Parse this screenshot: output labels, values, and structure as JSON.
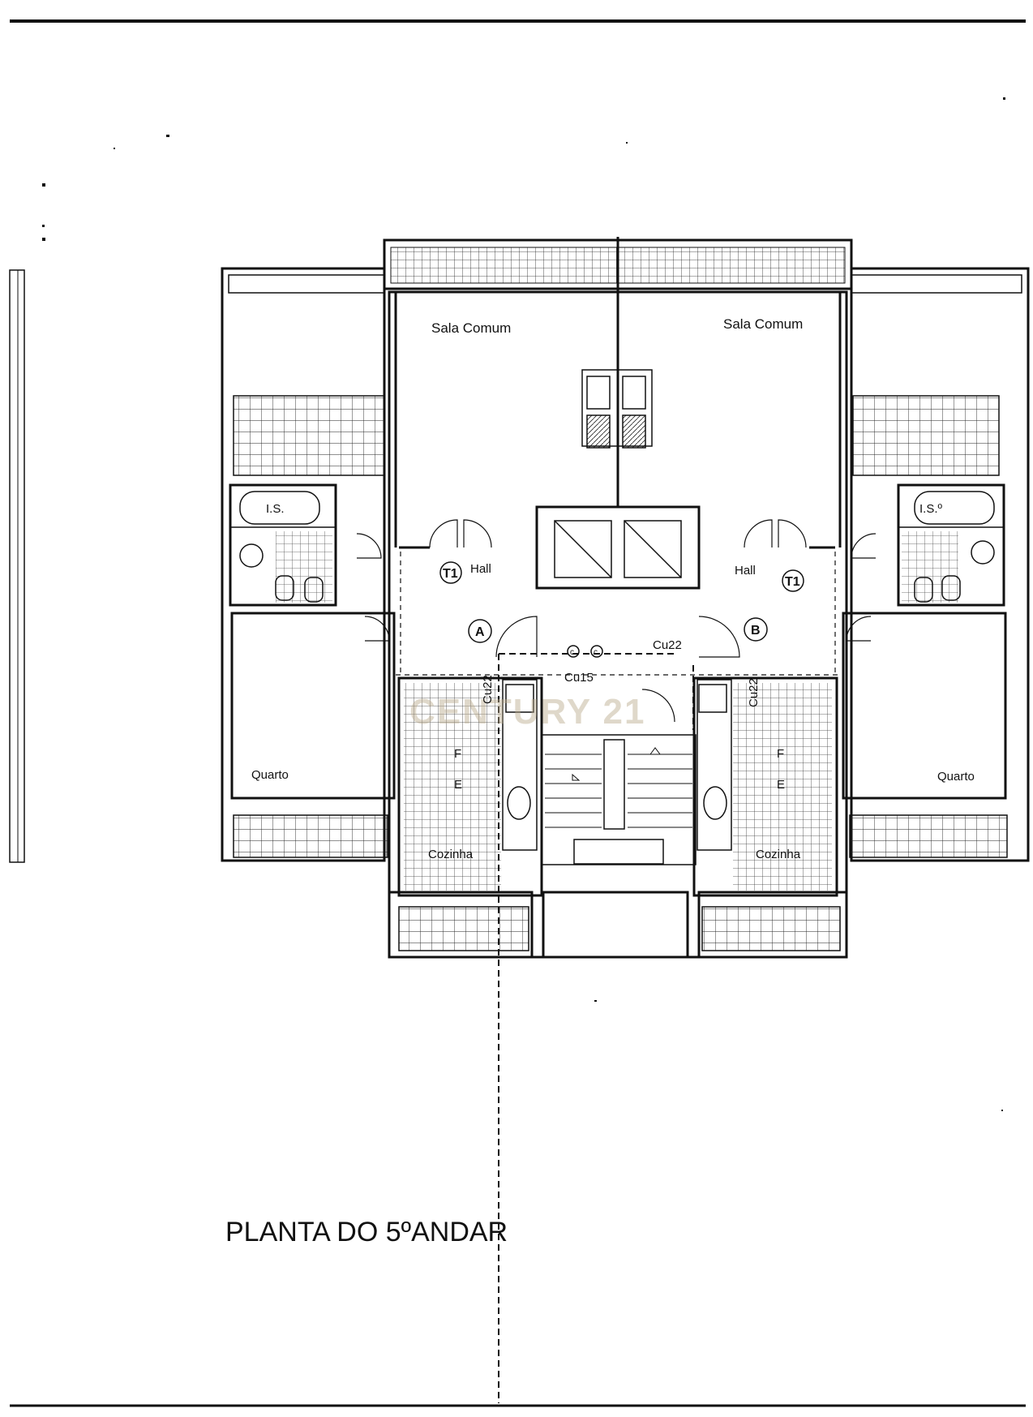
{
  "plan": {
    "title": "PLANTA DO 5ºANDAR",
    "watermark": "CENTURY 21",
    "rooms": {
      "sala_comum_left": "Sala Comum",
      "sala_comum_right": "Sala Comum",
      "hall_left": "Hall",
      "hall_right": "Hall",
      "quarto_left": "Quarto",
      "quarto_right": "Quarto",
      "cozinha_left": "Cozinha",
      "cozinha_right": "Cozinha",
      "is_left": "I.S.",
      "is_right": "I.S.º"
    },
    "markers": {
      "t1_left": "T1",
      "t1_right": "T1",
      "unit_a": "A",
      "unit_b": "B",
      "f_left": "F",
      "e_left": "E",
      "f_right": "F",
      "e_right": "E",
      "c1": "c",
      "c2": "c"
    },
    "pipes": {
      "cu22_top": "Cu22",
      "cu15": "Cu15",
      "cu22_left_vertical": "Cu22",
      "cu22_right_vertical": "Cu22"
    }
  }
}
